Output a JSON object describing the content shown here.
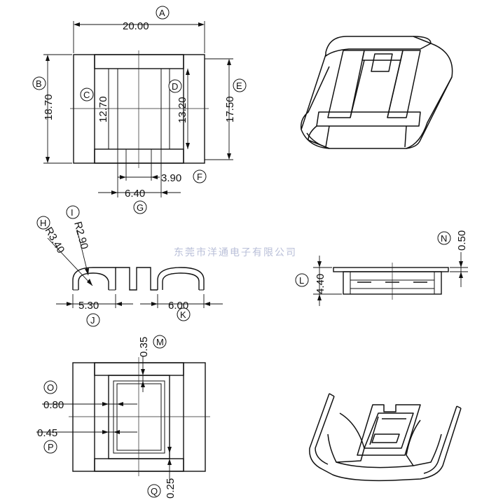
{
  "watermark": "东莞市洋通电子有限公司",
  "dimensions": {
    "A": "20.00",
    "B": "18.70",
    "C": "12.70",
    "D": "13.20",
    "E": "17.50",
    "F": "3.90",
    "G": "6.40",
    "H": "R3.40",
    "I": "R2.90",
    "J": "5.30",
    "K": "6.00",
    "L": "4.40",
    "M": "0.35",
    "N": "0.50",
    "O": "0.80",
    "P": "0.45",
    "Q": "0.25"
  },
  "callouts": {
    "A": "A",
    "B": "B",
    "C": "C",
    "D": "D",
    "E": "E",
    "F": "F",
    "G": "G",
    "H": "H",
    "I": "I",
    "J": "J",
    "K": "K",
    "L": "L",
    "M": "M",
    "N": "N",
    "O": "O",
    "P": "P",
    "Q": "Q"
  }
}
